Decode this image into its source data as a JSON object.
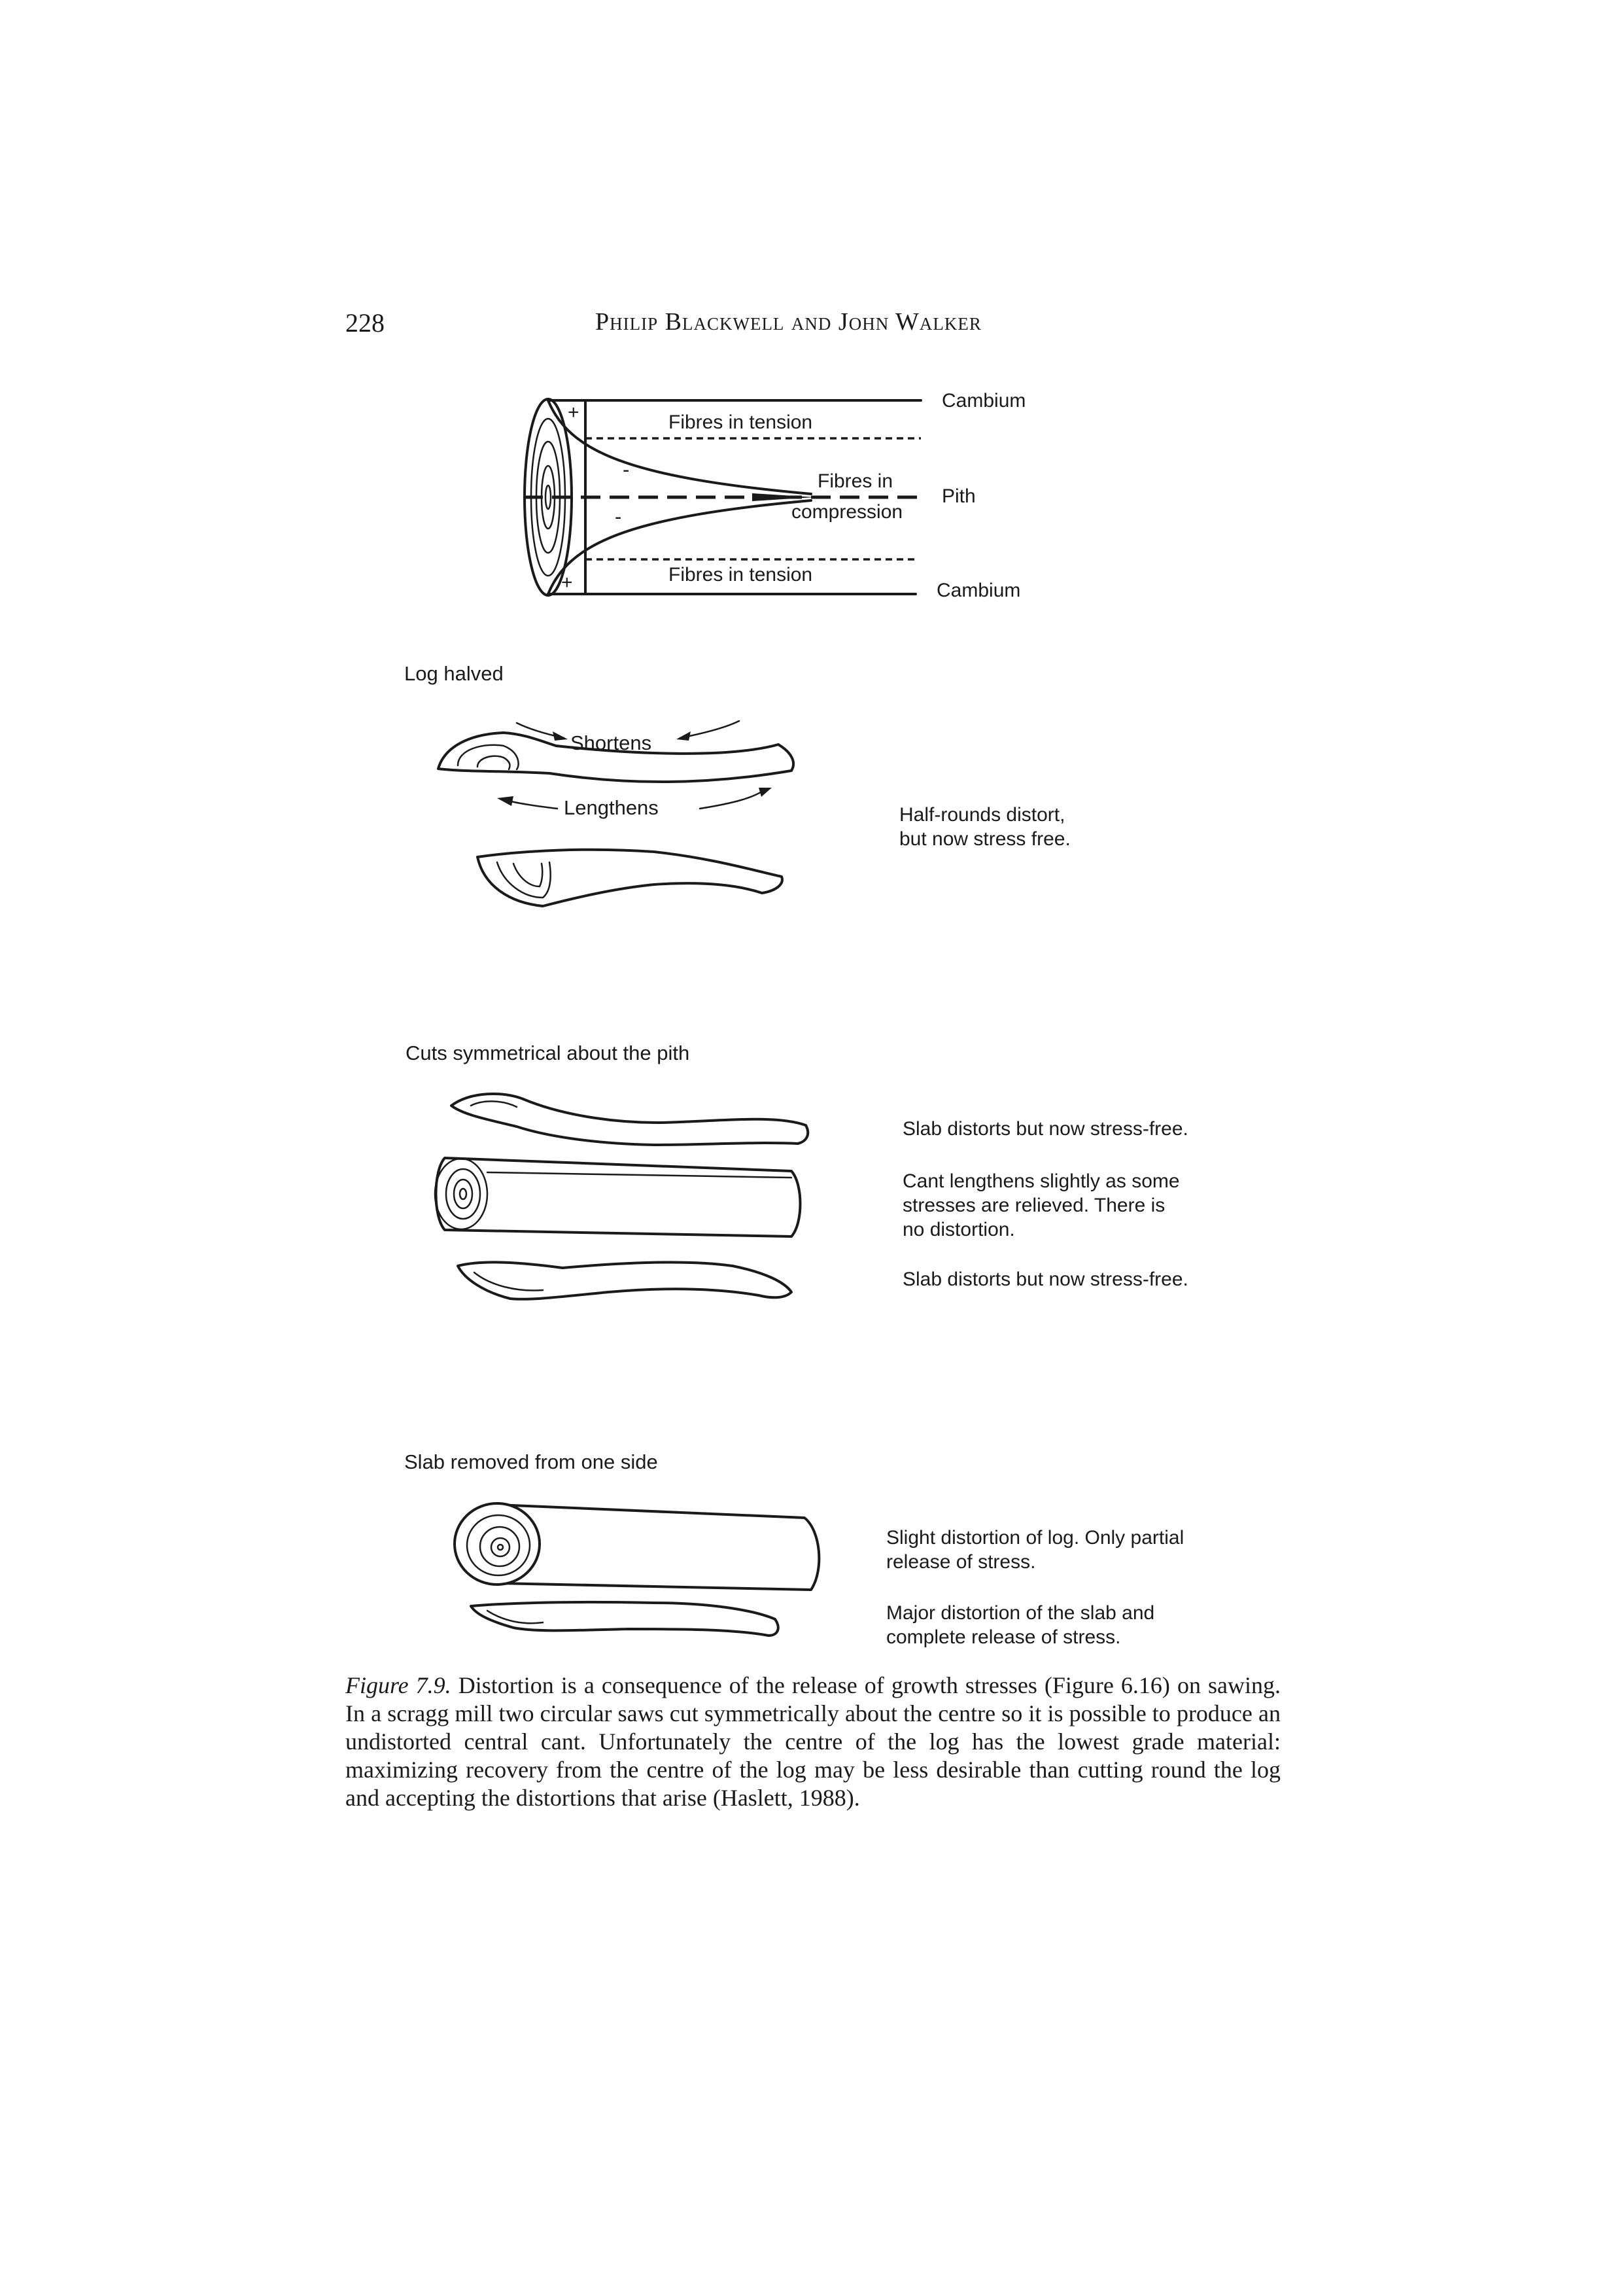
{
  "header": {
    "page_number": "228",
    "running_head": "Philip Blackwell and John Walker"
  },
  "figure": {
    "top": {
      "fibres_tension_top": "Fibres in tension",
      "fibres_in": "Fibres in",
      "compression": "compression",
      "fibres_tension_bottom": "Fibres in tension",
      "cambium_top": "Cambium",
      "pith": "Pith",
      "cambium_bottom": "Cambium",
      "plus": "+",
      "minus": "-"
    },
    "log_halved": {
      "title": "Log halved",
      "shortens": "Shortens",
      "lengthens": "Lengthens",
      "note_line1": "Half-rounds distort,",
      "note_line2": "but now stress free."
    },
    "cuts_symmetrical": {
      "title": "Cuts symmetrical about the pith",
      "note1": "Slab distorts but now stress-free.",
      "note2_line1": "Cant lengthens slightly as some",
      "note2_line2": "stresses are relieved. There is",
      "note2_line3": "no distortion.",
      "note3": "Slab distorts but now stress-free."
    },
    "slab_removed": {
      "title": "Slab removed from one side",
      "note1_line1": "Slight distortion of log. Only partial",
      "note1_line2": "release of stress.",
      "note2_line1": "Major distortion of the slab and",
      "note2_line2": "complete release of stress."
    }
  },
  "caption": {
    "label": "Figure 7.9.",
    "text": " Distortion is a consequence of the release of growth stresses (Figure 6.16) on sawing. In a scragg mill two circular saws cut symmetrically about the centre so it is possible to produce an undistorted central cant. Unfortunately the centre of the log has the lowest grade material: maximizing recovery from the centre of the log may be less desirable than cutting round the log and accepting the distortions that arise (Haslett, 1988)."
  }
}
